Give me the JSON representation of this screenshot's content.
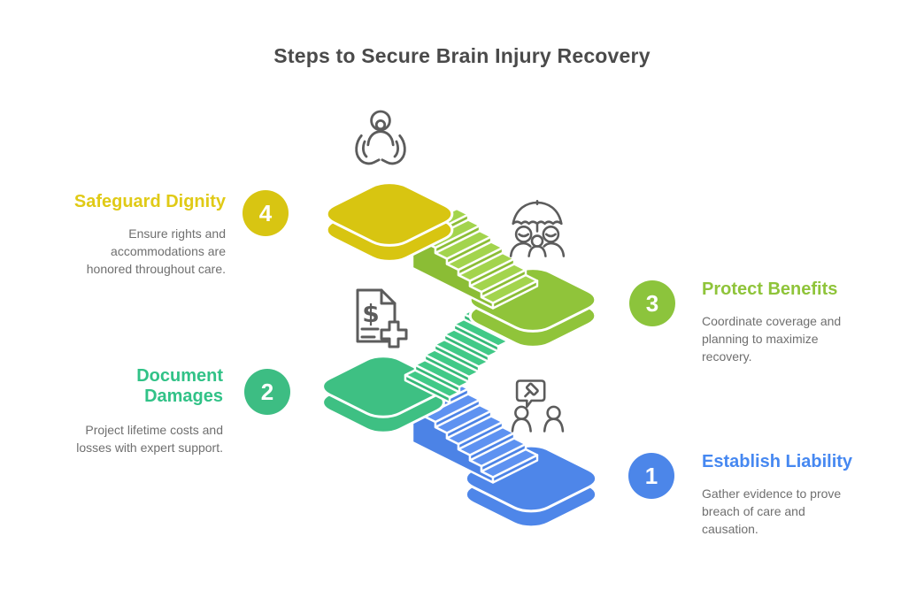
{
  "title": "Steps to Secure Brain Injury Recovery",
  "steps": [
    {
      "number": "1",
      "title": "Establish Liability",
      "description": "Gather evidence to prove breach of care and causation.",
      "accent_color": "#4688f1",
      "badge_color": "#4c86e9",
      "icon": "legal-discussion-icon"
    },
    {
      "number": "2",
      "title": "Document Damages",
      "description": "Project lifetime costs and losses with expert support.",
      "accent_color": "#31c287",
      "badge_color": "#3dbd83",
      "icon": "medical-invoice-icon"
    },
    {
      "number": "3",
      "title": "Protect Benefits",
      "description": "Coordinate coverage and planning to maximize recovery.",
      "accent_color": "#8fc43a",
      "badge_color": "#8cc43c",
      "icon": "family-umbrella-icon"
    },
    {
      "number": "4",
      "title": "Safeguard Dignity",
      "description": "Ensure rights and accommodations are honored throughout care.",
      "accent_color": "#e0ca16",
      "badge_color": "#d8c512",
      "icon": "care-hands-icon"
    }
  ],
  "illustration": {
    "type": "isometric-staircase",
    "platform_colors": {
      "step1": "#4e86e9",
      "step2": "#3ec083",
      "step3": "#90c43a",
      "step4": "#d8c511"
    },
    "flight_colors": {
      "to_step2": "#5e92f1",
      "to_step3": "#41c987",
      "to_step4": "#a3d44d"
    },
    "outline_color": "#ffffff",
    "icon_color": "#5c5c5c",
    "title_color": "#4a4a4a",
    "body_text_color": "#6f6f6f",
    "background": "#ffffff"
  }
}
